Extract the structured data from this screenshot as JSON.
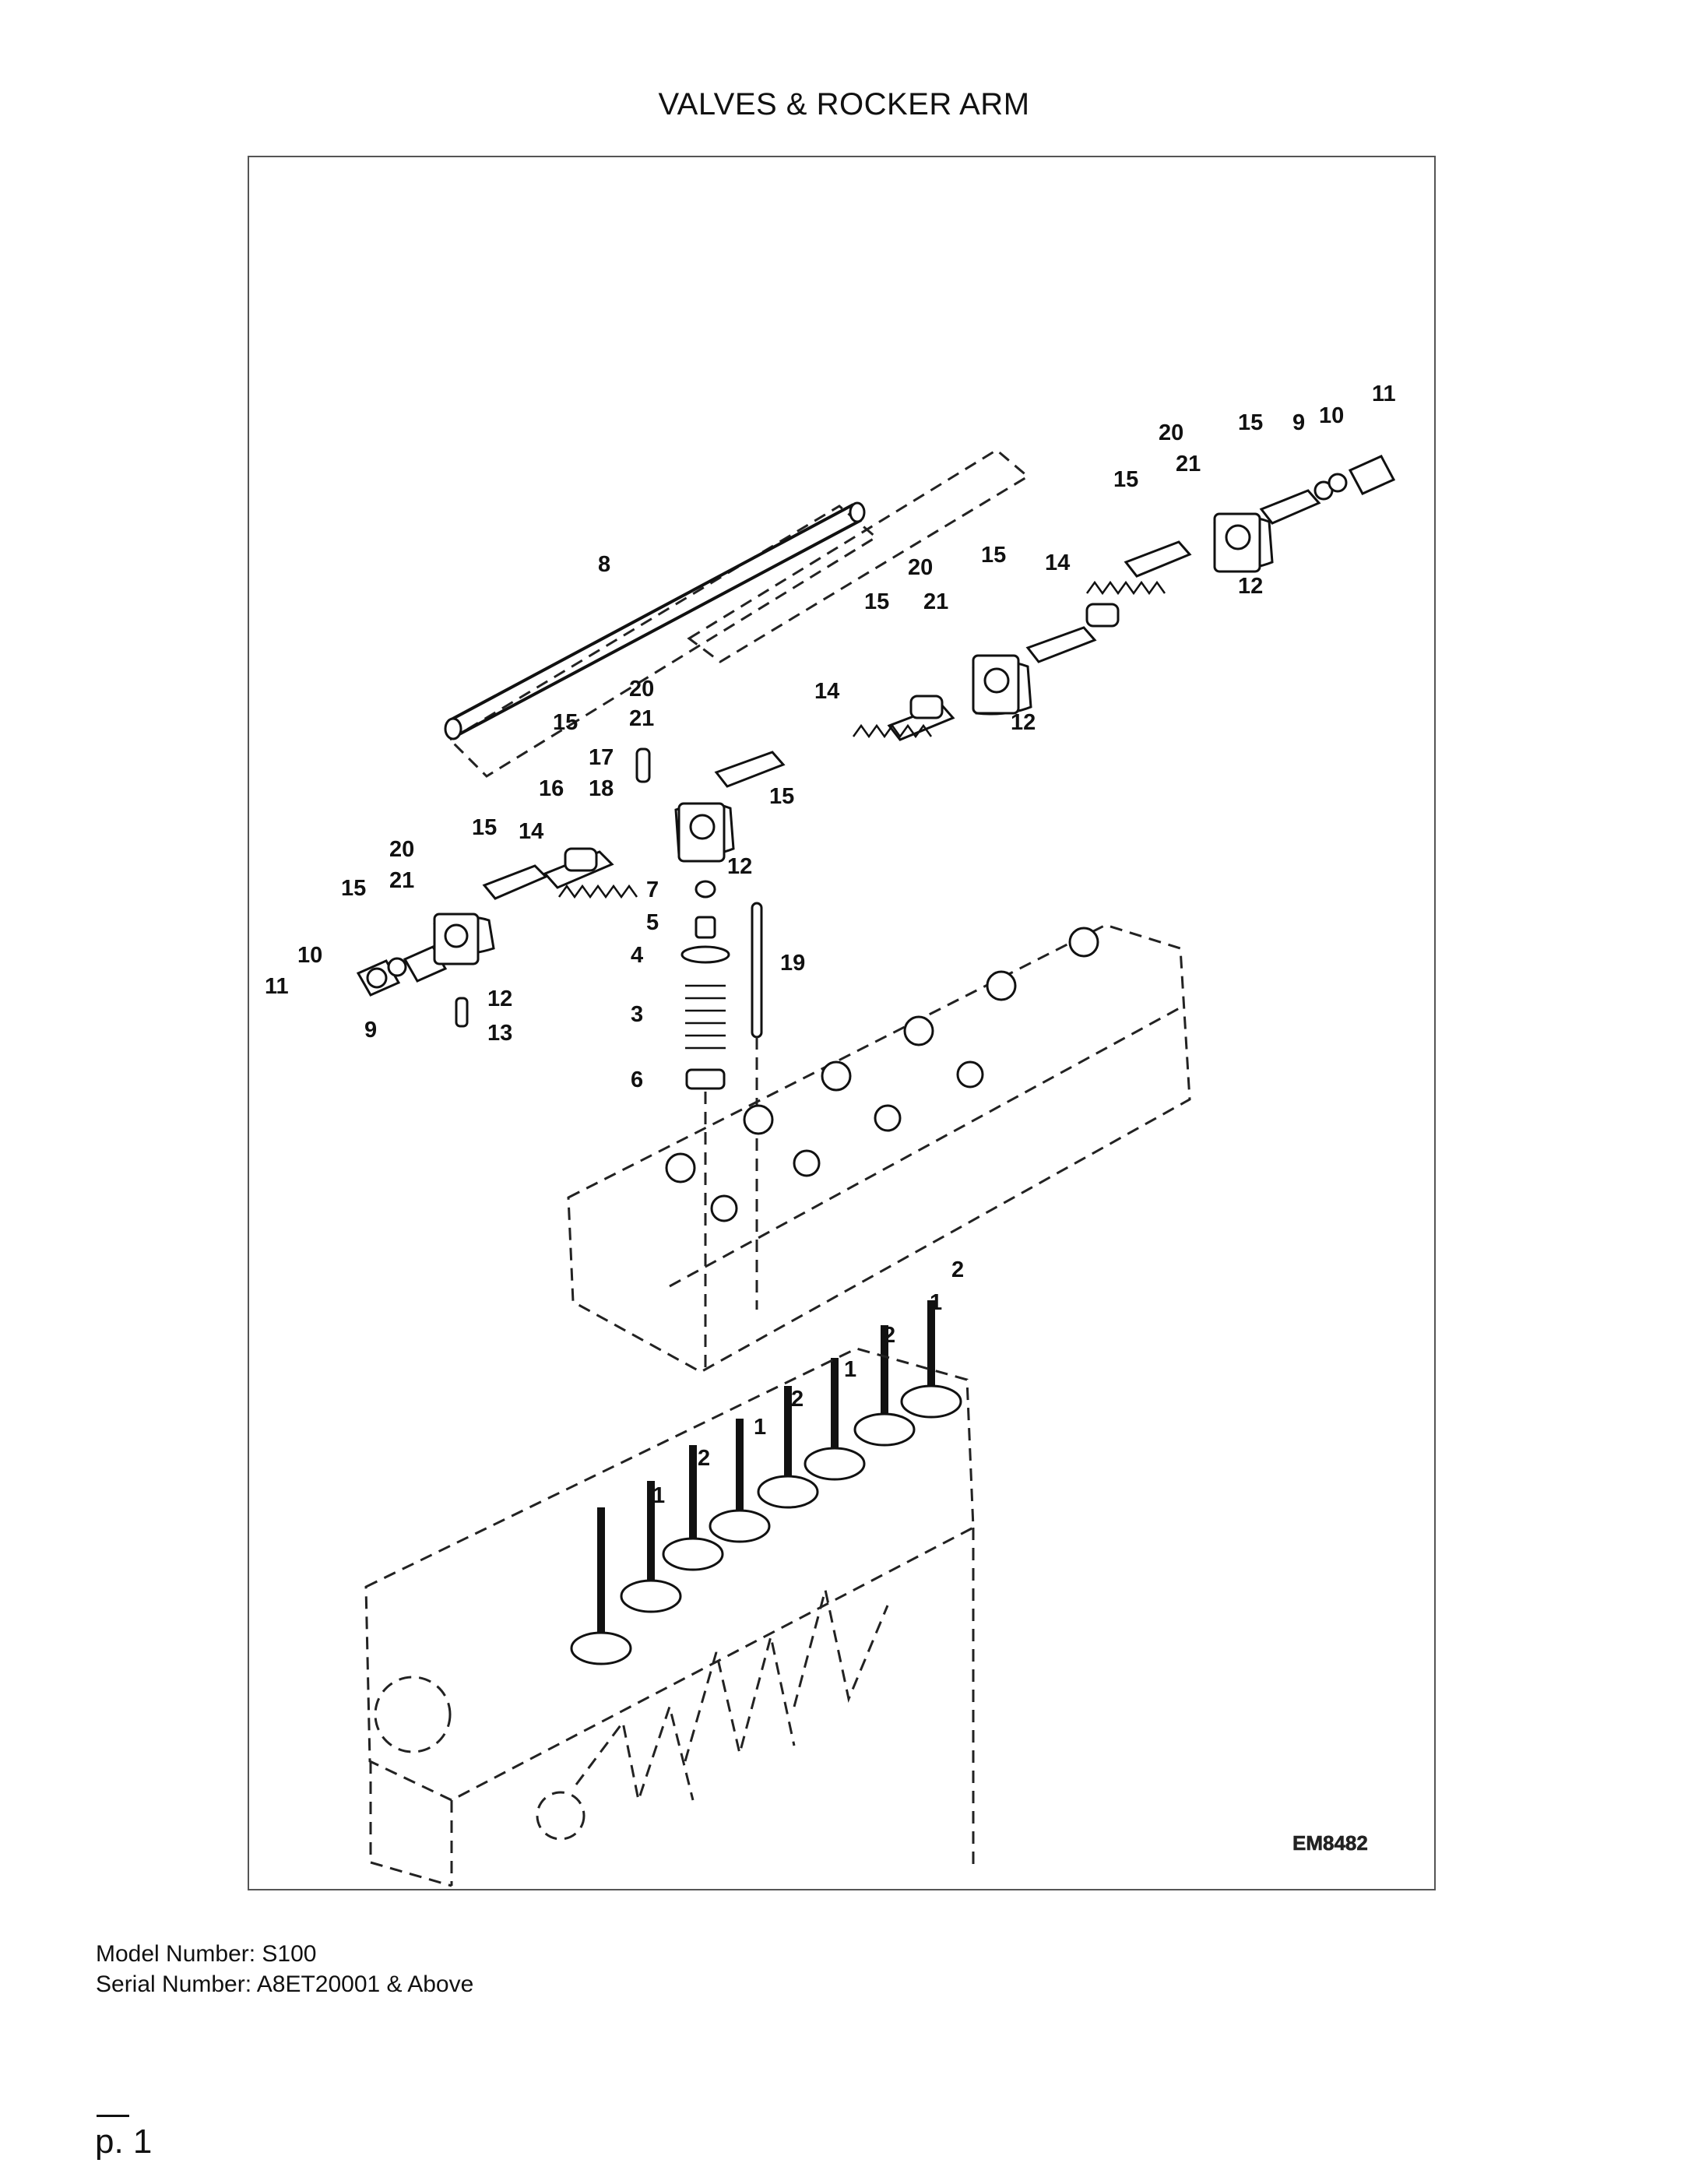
{
  "page": {
    "title": "VALVES & ROCKER ARM",
    "model_number": "Model Number: S100",
    "serial_number": "Serial Number: A8ET20001 & Above",
    "page_label": "p. 1"
  },
  "figure": {
    "figure_code": "EM8482",
    "callouts": {
      "c1a": "1",
      "c1b": "1",
      "c1c": "1",
      "c1d": "1",
      "c2a": "2",
      "c2b": "2",
      "c2c": "2",
      "c2d": "2",
      "c3": "3",
      "c4": "4",
      "c5": "5",
      "c6": "6",
      "c7": "7",
      "c8": "8",
      "c9a": "9",
      "c9b": "9",
      "c10a": "10",
      "c10b": "10",
      "c11a": "11",
      "c11b": "11",
      "c12a": "12",
      "c12b": "12",
      "c12c": "12",
      "c12d": "12",
      "c13": "13",
      "c14a": "14",
      "c14b": "14",
      "c14c": "14",
      "c15a": "15",
      "c15b": "15",
      "c15c": "15",
      "c15d": "15",
      "c15e": "15",
      "c15f": "15",
      "c15g": "15",
      "c15h": "15",
      "c16": "16",
      "c17": "17",
      "c18": "18",
      "c19": "19",
      "c20a": "20",
      "c20b": "20",
      "c20c": "20",
      "c20d": "20",
      "c21a": "21",
      "c21b": "21",
      "c21c": "21",
      "c21d": "21"
    }
  }
}
